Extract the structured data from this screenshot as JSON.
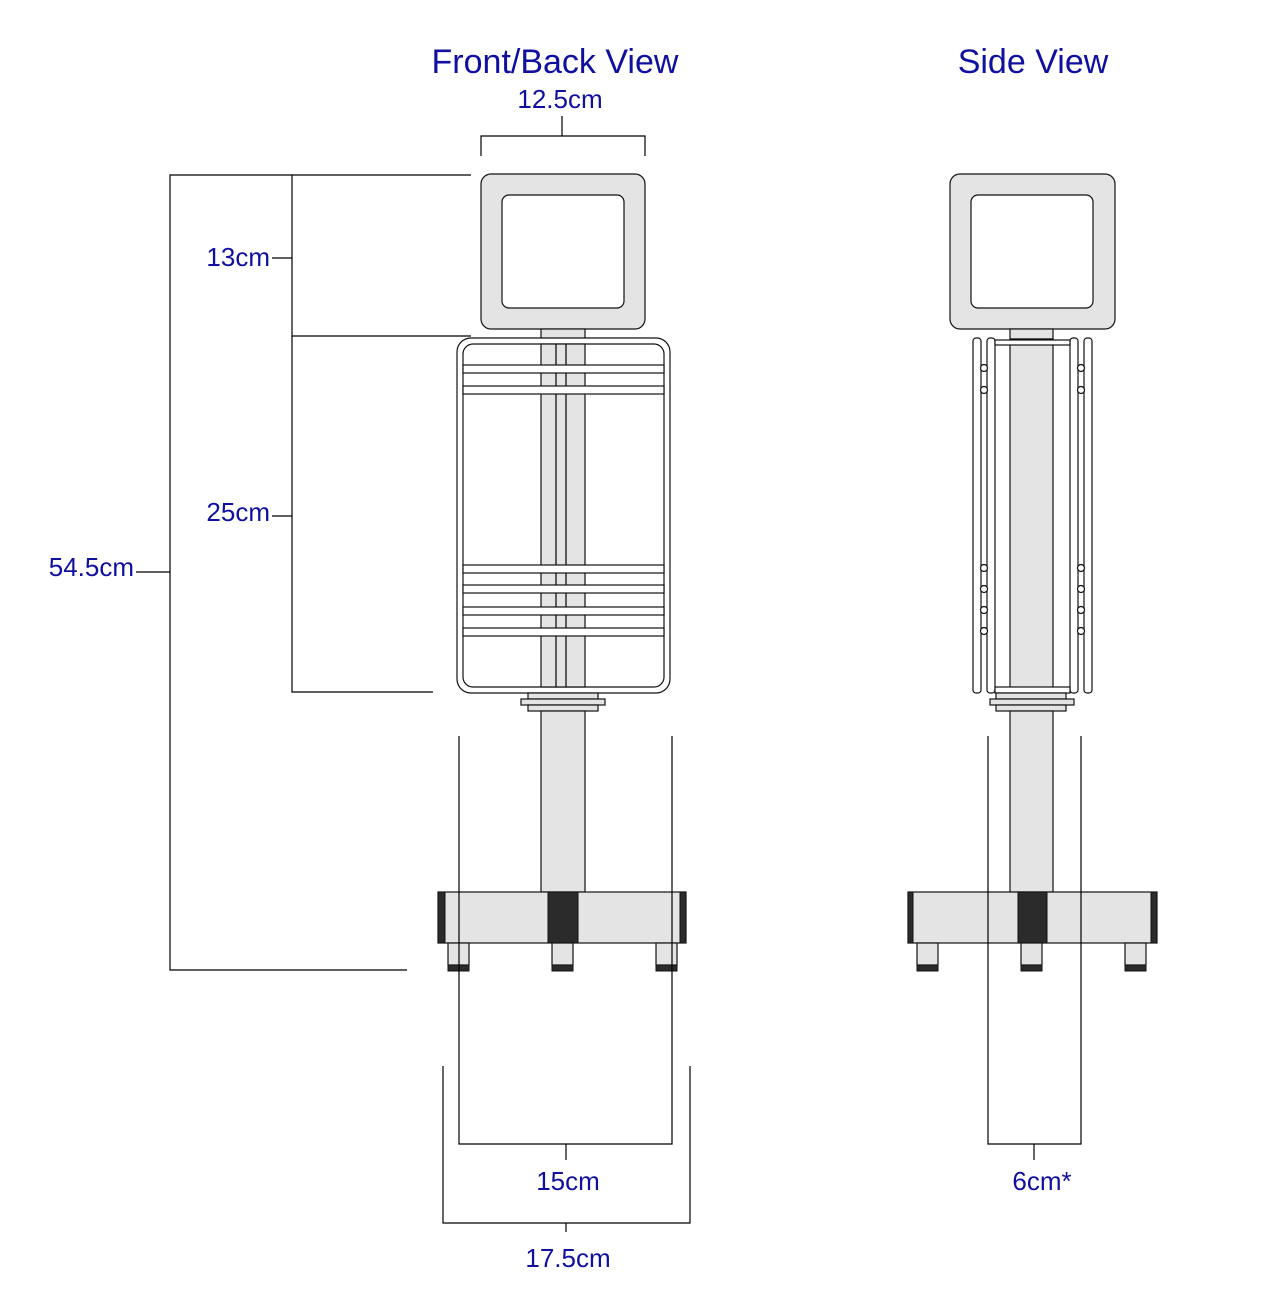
{
  "views": {
    "front": {
      "title": "Front/Back View"
    },
    "side": {
      "title": "Side View"
    }
  },
  "dimensions": {
    "top_width": "12.5cm",
    "head_height": "13cm",
    "cage_height": "25cm",
    "total_height": "54.5cm",
    "feet_span": "15cm",
    "base_width": "17.5cm",
    "side_width": "6cm*"
  },
  "colors": {
    "label": "#1010a0",
    "part_fill": "#e4e4e4",
    "dark_block": "#2b2b2b"
  }
}
